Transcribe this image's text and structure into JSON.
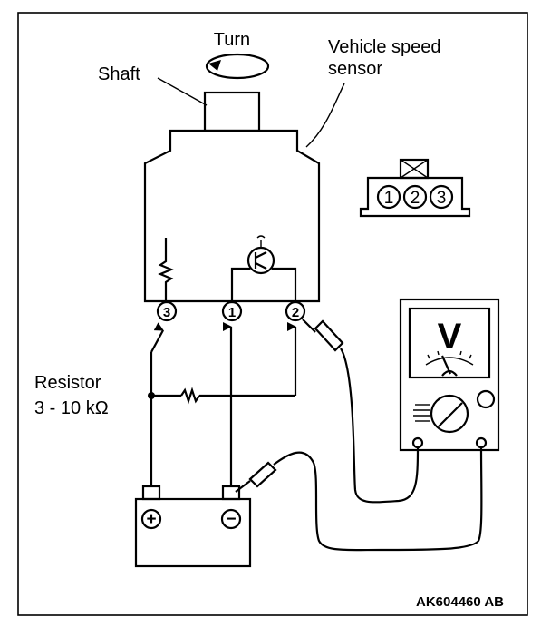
{
  "labels": {
    "turn": "Turn",
    "shaft": "Shaft",
    "sensor_line1": "Vehicle speed",
    "sensor_line2": "sensor",
    "resistor_line1": "Resistor",
    "resistor_line2": "3 - 10 kΩ",
    "figure_code": "AK604460 AB"
  },
  "pins": {
    "sensor": [
      "3",
      "1",
      "2"
    ],
    "connector": [
      "1",
      "2",
      "3"
    ]
  },
  "battery": {
    "positive": "+",
    "negative": "−"
  },
  "meter": {
    "unit": "V"
  }
}
